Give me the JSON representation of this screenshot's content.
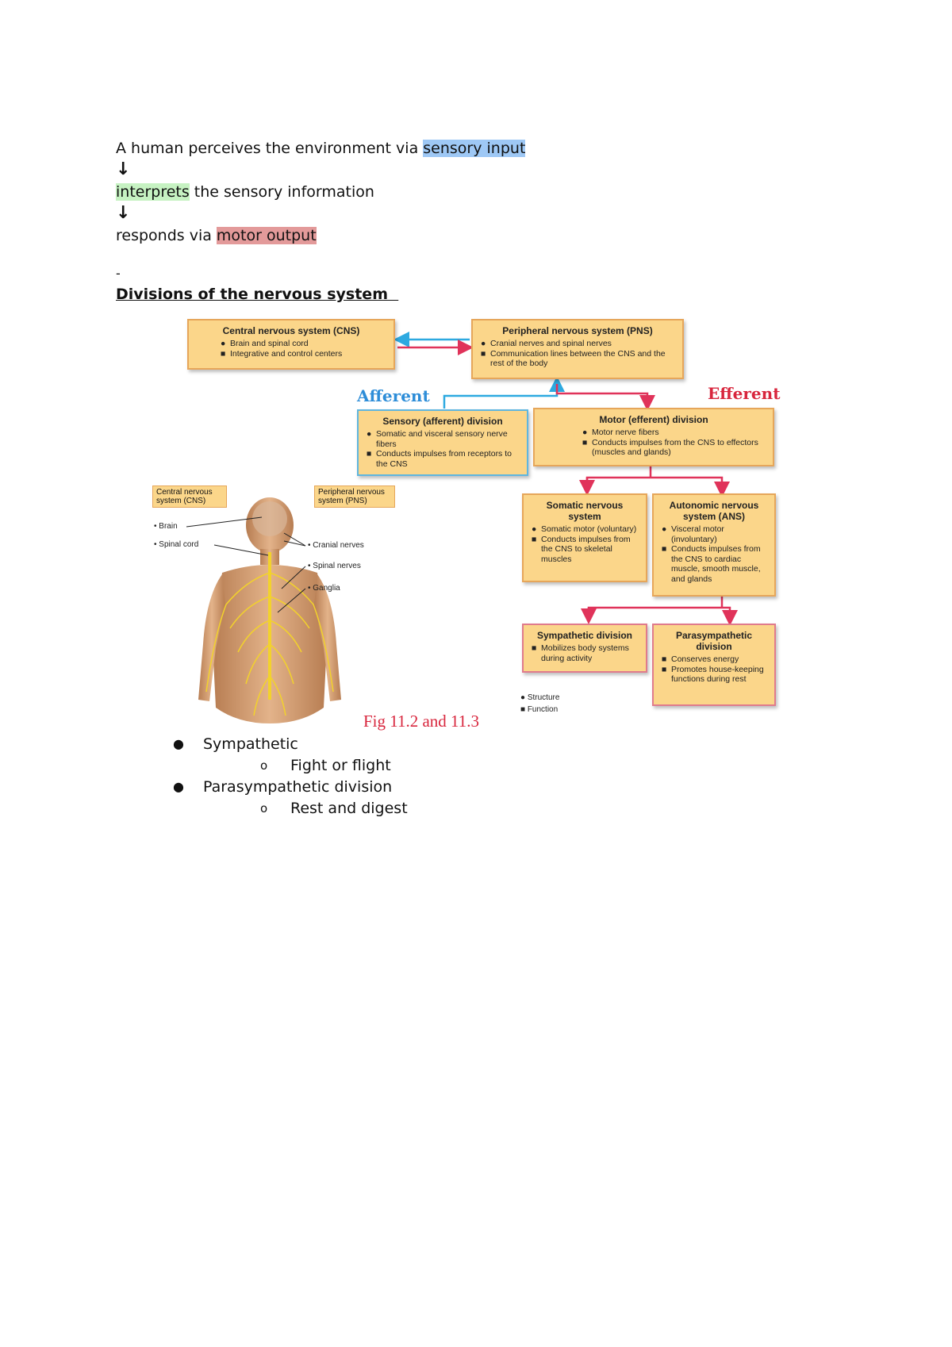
{
  "flow": {
    "line1_prefix": "A human perceives the environment via ",
    "line1_highlight": "sensory input",
    "arrow": "↓",
    "line2_highlight": "interprets",
    "line2_suffix": " the sensory information",
    "line3_prefix": "responds via ",
    "line3_highlight": "motor output"
  },
  "dash": "-",
  "heading": "Divisions of the nervous system  ",
  "figure": {
    "cns": {
      "title": "Central nervous system (CNS)",
      "items": [
        {
          "bullet": "●",
          "text": "Brain and spinal cord"
        },
        {
          "bullet": "■",
          "text": "Integrative and control centers"
        }
      ]
    },
    "pns": {
      "title": "Peripheral nervous system (PNS)",
      "items": [
        {
          "bullet": "●",
          "text": "Cranial nerves and spinal nerves"
        },
        {
          "bullet": "■",
          "text": "Communication lines between the CNS and the rest of the body"
        }
      ]
    },
    "afferent_label": "Afferent",
    "efferent_label": "Efferent",
    "sensory": {
      "title": "Sensory (afferent) division",
      "items": [
        {
          "bullet": "●",
          "text": "Somatic and visceral sensory nerve fibers"
        },
        {
          "bullet": "■",
          "text": "Conducts impulses from receptors to the CNS"
        }
      ]
    },
    "motor": {
      "title": "Motor (efferent) division",
      "items": [
        {
          "bullet": "●",
          "text": "Motor nerve fibers"
        },
        {
          "bullet": "■",
          "text": "Conducts impulses from the CNS to effectors (muscles and glands)"
        }
      ]
    },
    "somatic": {
      "title": "Somatic nervous system",
      "items": [
        {
          "bullet": "●",
          "text": "Somatic motor (voluntary)"
        },
        {
          "bullet": "■",
          "text": "Conducts impulses from the CNS to skeletal muscles"
        }
      ]
    },
    "autonomic": {
      "title": "Autonomic nervous system (ANS)",
      "items": [
        {
          "bullet": "●",
          "text": "Visceral motor (involuntary)"
        },
        {
          "bullet": "■",
          "text": "Conducts impulses from the CNS to cardiac muscle, smooth muscle, and glands"
        }
      ]
    },
    "sympathetic": {
      "title": "Sympathetic division",
      "items": [
        {
          "bullet": "■",
          "text": "Mobilizes body systems during activity"
        }
      ]
    },
    "parasympathetic": {
      "title": "Parasympathetic division",
      "items": [
        {
          "bullet": "■",
          "text": "Conserves energy"
        },
        {
          "bullet": "■",
          "text": "Promotes house-keeping functions during rest"
        }
      ]
    },
    "legend": {
      "structure": "Structure",
      "function": "Function"
    },
    "body": {
      "cns_box": "Central nervous system (CNS)",
      "pns_box": "Peripheral nervous system (PNS)",
      "brain": "• Brain",
      "spinal_cord": "• Spinal cord",
      "cranial": "• Cranial nerves",
      "spinal_nerves": "• Spinal nerves",
      "ganglia": "• Ganglia"
    },
    "caption": "Fig 11.2 and 11.3"
  },
  "list": [
    {
      "text": "Sympathetic",
      "sub": "Fight or flight"
    },
    {
      "text": "Parasympathetic division",
      "sub": "Rest and digest"
    }
  ],
  "colors": {
    "afferent": "#2d8dd8",
    "efferent": "#d8263d",
    "box_fill": "#fbd68a"
  }
}
